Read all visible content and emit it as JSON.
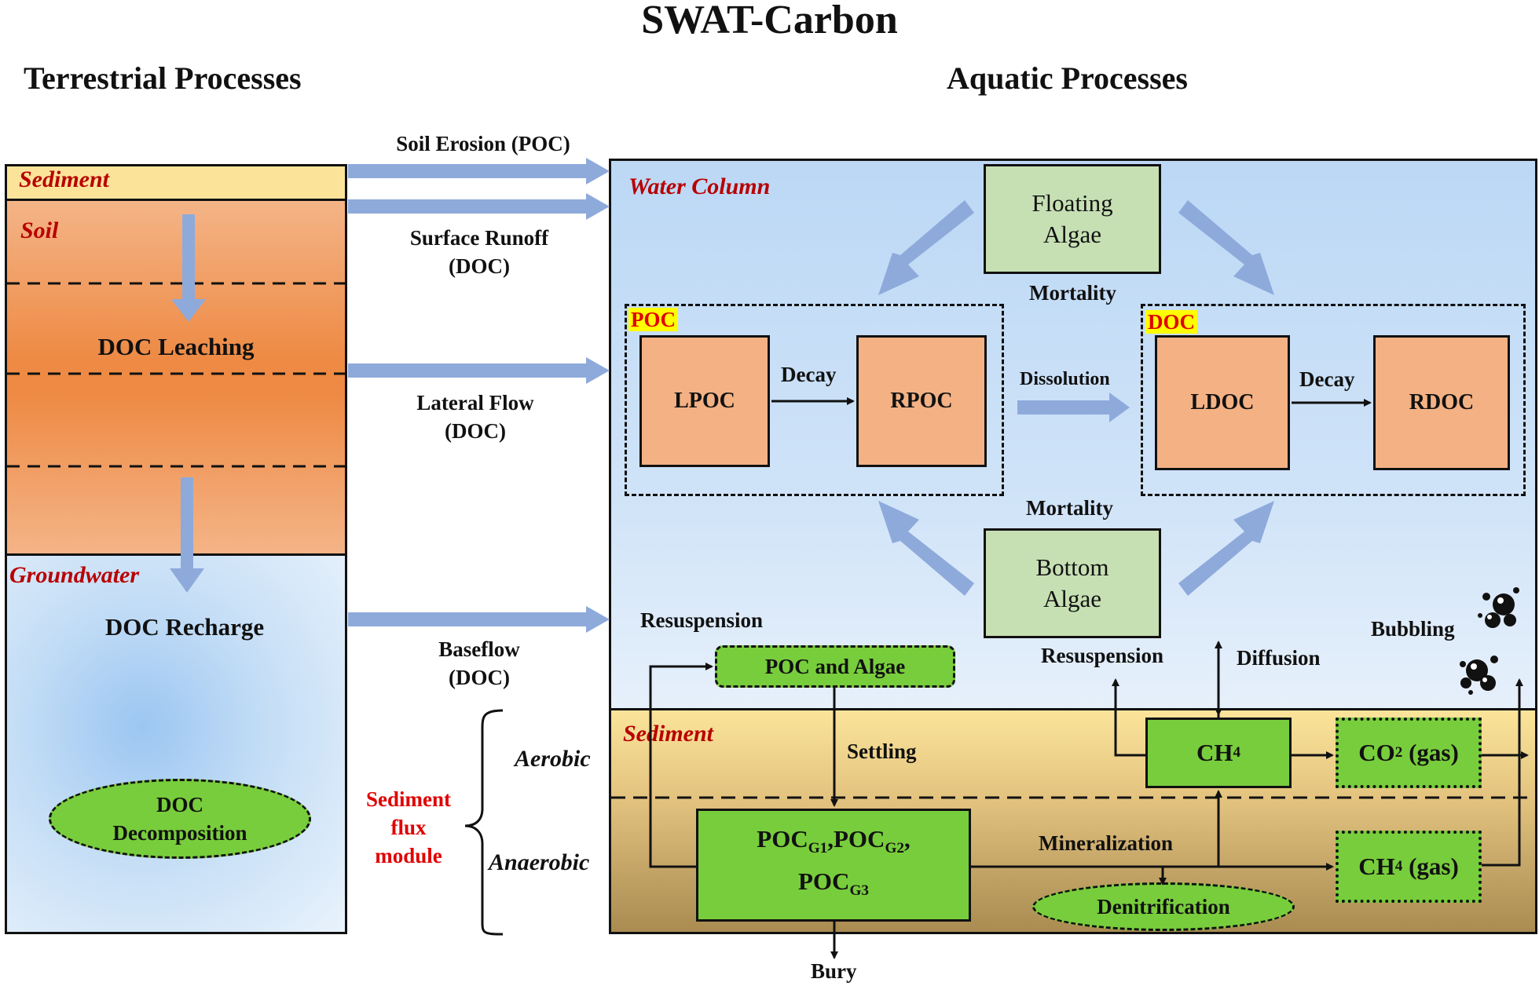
{
  "title": "SWAT-Carbon",
  "headings": {
    "terrestrial": "Terrestrial Processes",
    "aquatic": "Aquatic Processes"
  },
  "terrestrial": {
    "sediment": "Sediment",
    "soil": "Soil",
    "doc_leaching": "DOC Leaching",
    "groundwater": "Groundwater",
    "doc_recharge": "DOC Recharge",
    "doc_decomposition": [
      "DOC",
      "Decomposition"
    ]
  },
  "fluxes": {
    "soil_erosion": "Soil Erosion (POC)",
    "surface_runoff": [
      "Surface Runoff",
      "(DOC)"
    ],
    "lateral_flow": [
      "Lateral Flow",
      "(DOC)"
    ],
    "baseflow": [
      "Baseflow",
      "(DOC)"
    ]
  },
  "sediment_flux_module": {
    "label": [
      "Sediment",
      "flux",
      "module"
    ],
    "aerobic": "Aerobic",
    "anaerobic": "Anaerobic"
  },
  "aquatic": {
    "water_column": "Water Column",
    "floating_algae": [
      "Floating",
      "Algae"
    ],
    "bottom_algae": [
      "Bottom",
      "Algae"
    ],
    "mortality_top": "Mortality",
    "mortality_bottom": "Mortality",
    "poc_tag": "POC",
    "doc_tag": "DOC",
    "lpoc": "LPOC",
    "rpoc": "RPOC",
    "ldoc": "LDOC",
    "rdoc": "RDOC",
    "decay_1": "Decay",
    "decay_2": "Decay",
    "dissolution": "Dissolution",
    "resuspension_1": "Resuspension",
    "resuspension_2": "Resuspension",
    "diffusion": "Diffusion",
    "bubbling": "Bubbling",
    "poc_and_algae": "POC and Algae",
    "sediment": "Sediment",
    "settling": "Settling",
    "ch4": "CH",
    "ch4_sub": "4",
    "co2_gas": "CO",
    "co2_sub": "2",
    "co2_suffix": " (gas)",
    "ch4_gas": "CH",
    "ch4_gas_sub": "4",
    "ch4_gas_suffix": " (gas)",
    "poc_g": [
      "POC",
      "G1",
      ",POC",
      "G2",
      ",",
      "POC",
      "G3"
    ],
    "mineralization": "Mineralization",
    "denitrification": "Denitrification",
    "bury": "Bury"
  },
  "colors": {
    "arrow_blue": "#8eaadb",
    "water_blue": "#c5def6",
    "soil_orange": "#ee8a44",
    "sediment_yellow": "#fbe49a",
    "label_red": "#b80000",
    "tag_yellow": "#ffff00",
    "green": "#78cd3c",
    "algae_green": "#c6e0b4",
    "pool_orange": "#f3b184"
  }
}
